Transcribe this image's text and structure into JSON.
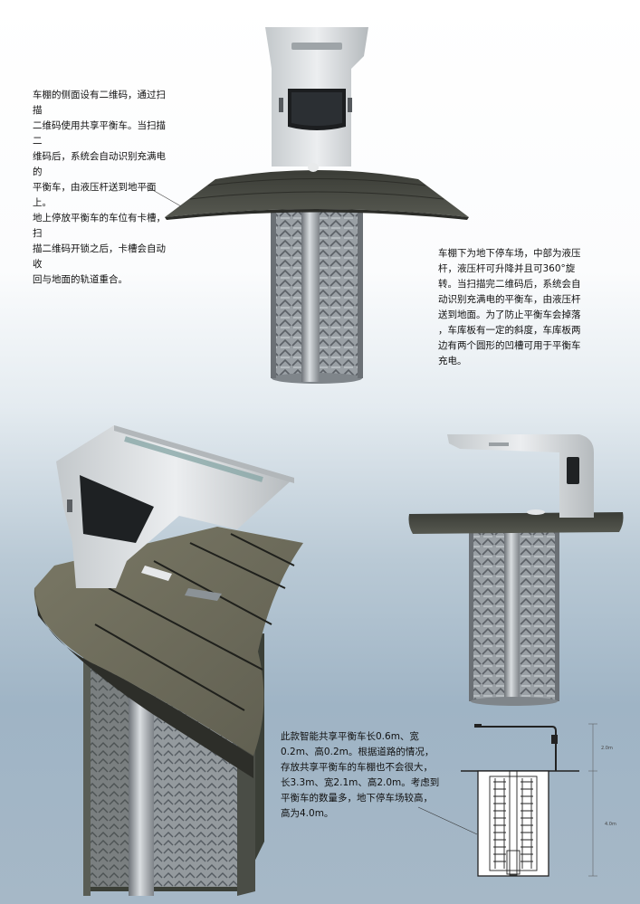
{
  "notes": {
    "top_left": "车棚的侧面设有二维码，通过扫描\n二维码使用共享平衡车。当扫描二\n维码后，系统会自动识别充满电的\n平衡车，由液压杆送到地平面上。\n地上停放平衡车的车位有卡槽，扫\n描二维码开锁之后，卡槽会自动收\n回与地面的轨道重合。",
    "right": "车棚下为地下停车场，中部为液压\n杆，液压杆可升降并且可360°旋\n转。当扫描完二维码后，系统会自\n动识别充满电的平衡车，由液压杆\n送到地面。为了防止平衡车会掉落\n，车库板有一定的斜度，车库板两\n边有两个圆形的凹槽可用于平衡车\n充电。",
    "bottom": "此款智能共享平衡车长0.6m、宽\n0.2m、高0.2m。根据道路的情况，\n存放共享平衡车的车棚也不会很大，\n长3.3m、宽2.1m、高2.0m。考虑到\n平衡车的数量多，地下停车场较高，\n高为4.0m。"
  },
  "diagram": {
    "height_above": "2.0m",
    "height_below": "4.0m"
  },
  "colors": {
    "canopy": "#d6dadc",
    "deck": "#4b4d45",
    "pole": "#a9aeb3"
  }
}
